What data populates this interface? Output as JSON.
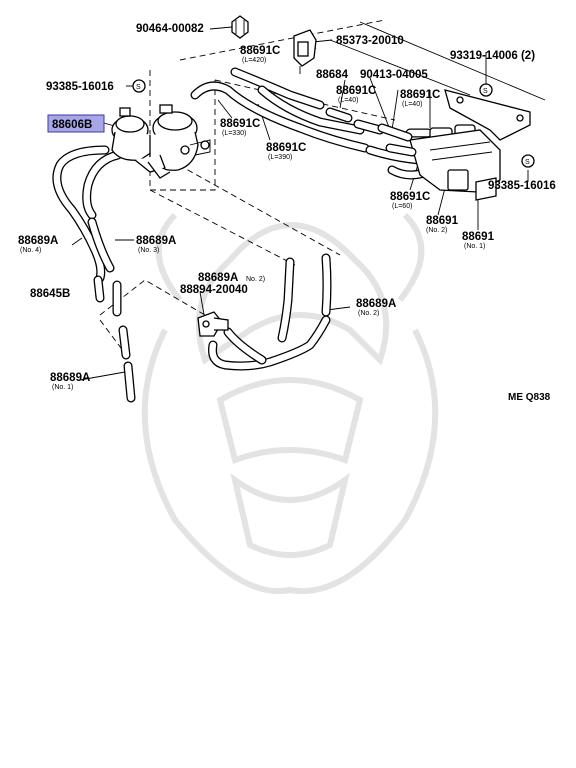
{
  "highlight_color": "#a8a6e6",
  "watermark": "samurai-helmet-logo",
  "labels": {
    "p90464": "90464-00082",
    "p85373": "85373-20010",
    "p88691c_top": "88691C",
    "p88691c_top_len": "(L=420)",
    "p93319": "93319-14006 (2)",
    "p93385_left": "93385-16016",
    "p88684": "88684",
    "p90413": "90413-04005",
    "p88691c_m40": "88691C",
    "p88691c_m40_len": "(L=40)",
    "p88691c_r40": "88691C",
    "p88691c_r40_len": "(L=40)",
    "p88606b": "88606B",
    "p88691c_330": "88691C",
    "p88691c_330_len": "(L=330)",
    "p88691c_390": "88691C",
    "p88691c_390_len": "(L=390)",
    "p93385_right": "93385-16016",
    "p88691c_60": "88691C",
    "p88691c_60_len": "(L=60)",
    "p88691_no2": "88691",
    "p88691_no2_sub": "(No. 2)",
    "p88691_no1": "88691",
    "p88691_no1_sub": "(No. 1)",
    "p88689a_no4": "88689A",
    "p88689a_no4_sub": "(No. 4)",
    "p88689a_no3": "88689A",
    "p88689a_no3_sub": "(No. 3)",
    "p88689a_no2_top": "88689A",
    "p88689a_no2_top_sub": "No. 2)",
    "p88894": "88894-20040",
    "p88645b": "88645B",
    "p88689a_no2": "88689A",
    "p88689a_no2_sub": "(No. 2)",
    "p88689a_no1": "88689A",
    "p88689a_no1_sub": "(No. 1)",
    "diagram_code": "ME Q838"
  }
}
